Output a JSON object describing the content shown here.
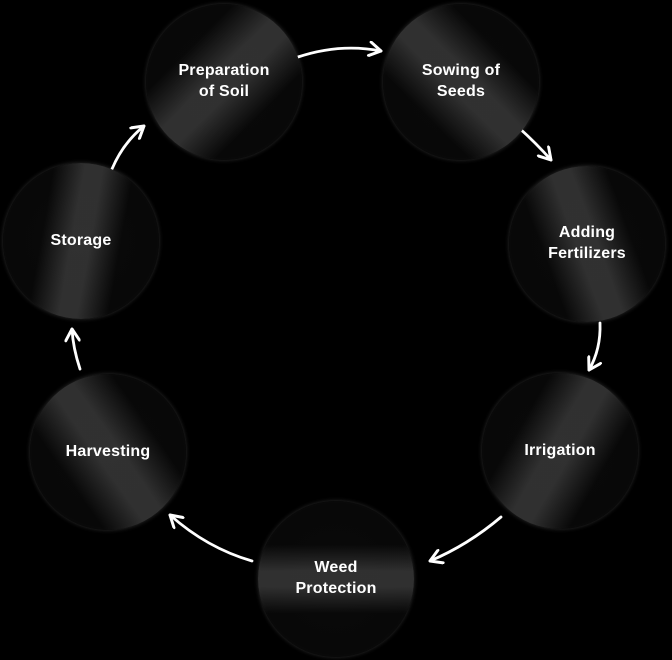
{
  "diagram": {
    "type": "cycle",
    "background_color": "#000000",
    "circle_fill_color": "#0a0a0a",
    "circle_rim_color": "#8f8f8f",
    "label_color": "#ffffff",
    "arrow_color": "#ffffff",
    "stages": [
      {
        "label": "Preparation\nof Soil"
      },
      {
        "label": "Sowing of\nSeeds"
      },
      {
        "label": "Adding\nFertilizers"
      },
      {
        "label": "Irrigation"
      },
      {
        "label": "Weed\nProtection"
      },
      {
        "label": "Harvesting"
      },
      {
        "label": "Storage"
      }
    ],
    "connections": [
      {
        "from": "Preparation of Soil",
        "to": "Sowing of Seeds"
      },
      {
        "from": "Sowing of Seeds",
        "to": "Adding Fertilizers"
      },
      {
        "from": "Adding Fertilizers",
        "to": "Irrigation"
      },
      {
        "from": "Irrigation",
        "to": "Weed Protection"
      },
      {
        "from": "Weed Protection",
        "to": "Harvesting"
      },
      {
        "from": "Harvesting",
        "to": "Storage"
      },
      {
        "from": "Storage",
        "to": "Preparation of Soil"
      }
    ]
  }
}
